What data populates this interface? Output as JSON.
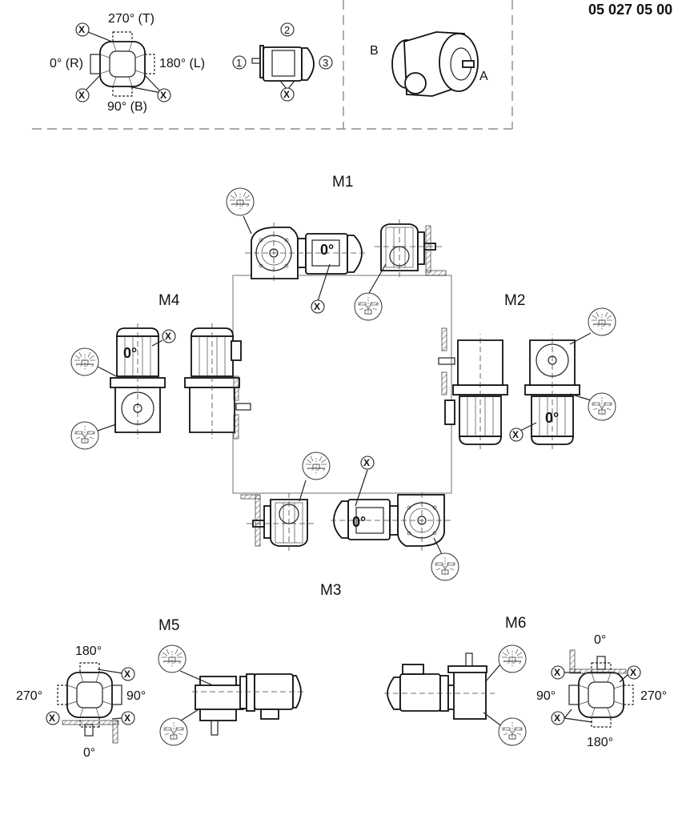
{
  "document_code": "05 027 05 00",
  "legend": {
    "terminal_box_positions": {
      "top": "270° (T)",
      "left": "0° (R)",
      "right": "180° (L)",
      "bottom": "90° (B)"
    },
    "sides": {
      "one": "1",
      "two": "2",
      "three": "3"
    },
    "shaft_sides": {
      "b": "B",
      "a": "A"
    },
    "x_marker": "X"
  },
  "mounting_positions": {
    "m1": {
      "label": "M1",
      "terminal_angle": "0°"
    },
    "m2": {
      "label": "M2",
      "terminal_angle": "0°"
    },
    "m3": {
      "label": "M3",
      "terminal_angle": "0°"
    },
    "m4": {
      "label": "M4",
      "terminal_angle": "0°"
    },
    "m5": {
      "label": "M5",
      "angles": {
        "top": "180°",
        "left": "270°",
        "right": "90°",
        "bottom": "0°"
      }
    },
    "m6": {
      "label": "M6",
      "angles": {
        "top": "0°",
        "left": "90°",
        "right": "270°",
        "bottom": "180°"
      }
    }
  },
  "symbols": [
    "vent-valve-icon",
    "drain-plug-icon",
    "x-marker-icon"
  ]
}
